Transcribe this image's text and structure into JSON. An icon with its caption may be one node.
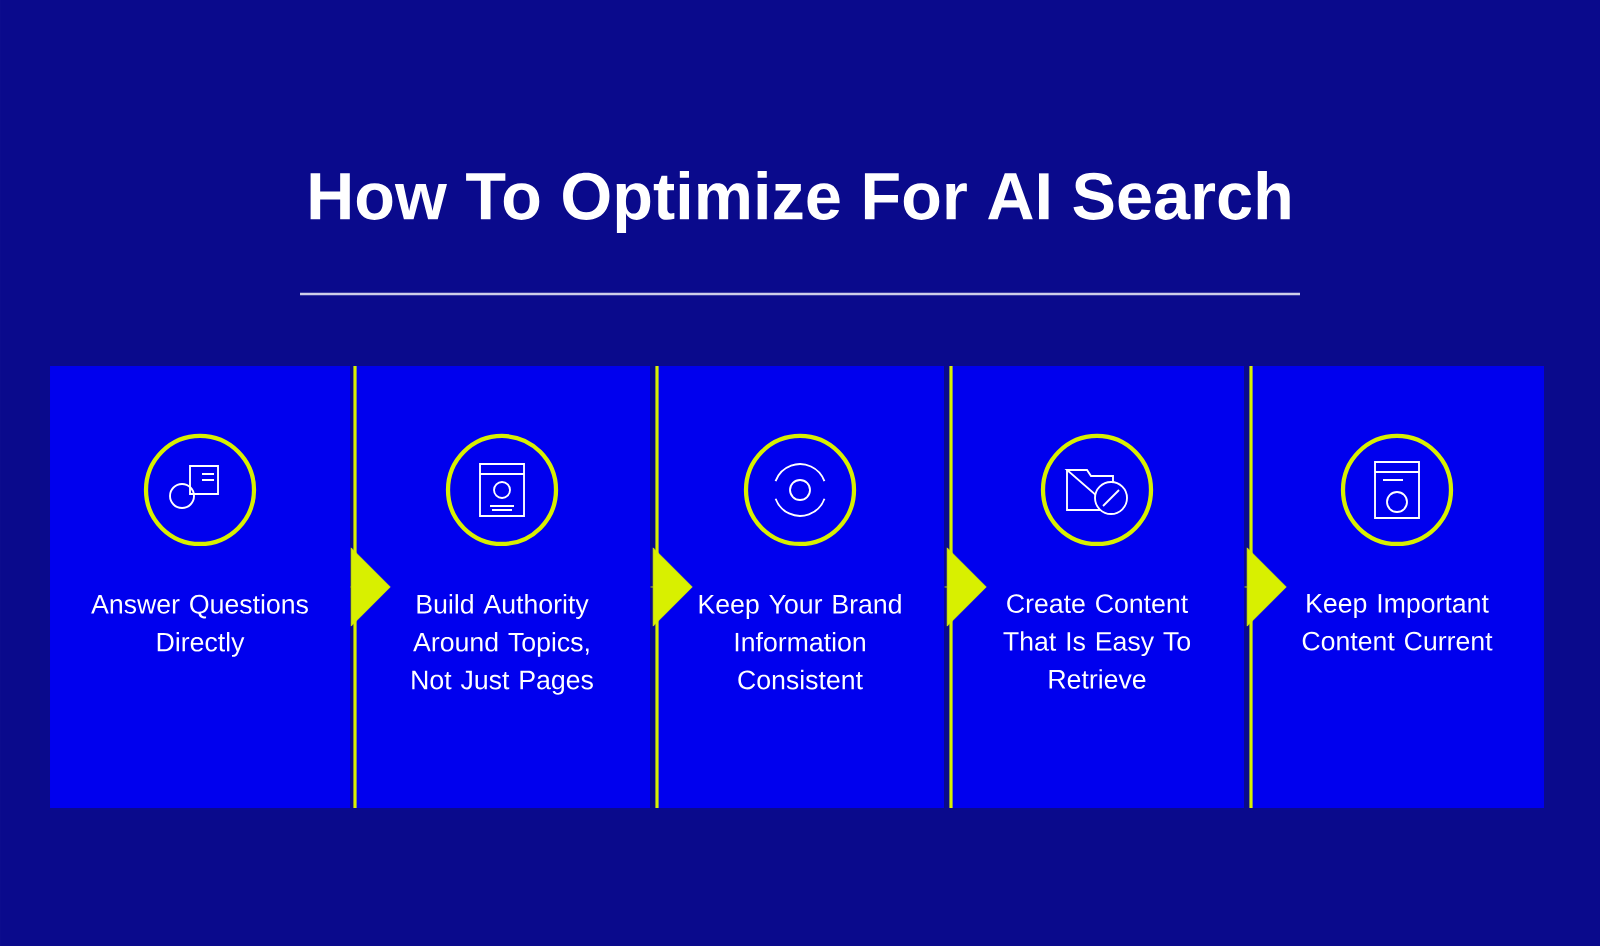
{
  "diagram": {
    "title": "How To Optimize For AI Search",
    "nodes": [
      {
        "text": [
          "Answer Questions Directly"
        ]
      },
      {
        "text": [
          "Build Authority Around Topics, Not Just Pages"
        ]
      },
      {
        "text": [
          "Keep Your Brand Information Consistent"
        ]
      },
      {
        "text": [
          "Create Content That Is Easy To Retrieve"
        ]
      },
      {
        "text": [
          "Keep Important Content Current"
        ]
      }
    ],
    "edges": [
      {
        "from": 0,
        "to": 1,
        "arrow": "to"
      },
      {
        "from": 1,
        "to": 2,
        "arrow": "to"
      },
      {
        "from": 2,
        "to": 3,
        "arrow": "to"
      },
      {
        "from": 3,
        "to": 4,
        "arrow": "to"
      }
    ]
  }
}
